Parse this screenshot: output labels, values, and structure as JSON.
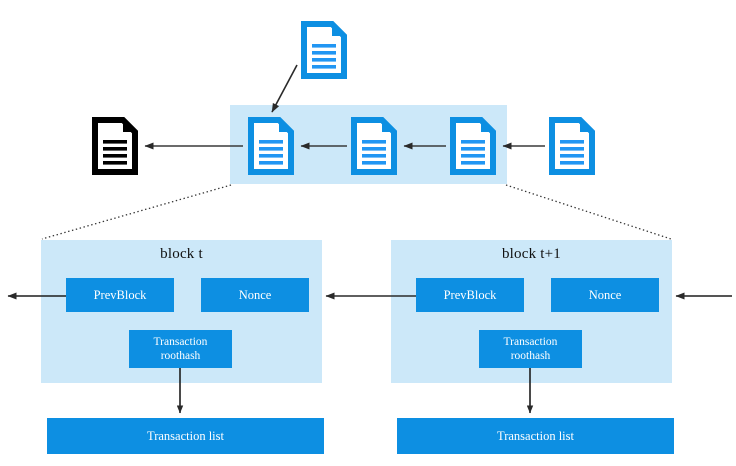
{
  "figure": {
    "type": "blockchain-structure-diagram",
    "background_color": "#ffffff",
    "accent_color": "#0d8fe2",
    "band_color": "#cce8f9",
    "black_color": "#000000"
  },
  "chain_band": {
    "name": "blockchain-highlight-band",
    "documents": [
      {
        "id": "doc-chain-1",
        "color": "#0d8fe2",
        "label": "block-document"
      },
      {
        "id": "doc-chain-2",
        "color": "#0d8fe2",
        "label": "block-document"
      },
      {
        "id": "doc-chain-3",
        "color": "#0d8fe2",
        "label": "block-document"
      }
    ]
  },
  "outside_documents": [
    {
      "id": "doc-incoming-top",
      "color": "#0d8fe2",
      "label": "new-block-document"
    },
    {
      "id": "doc-right",
      "color": "#0d8fe2",
      "label": "block-document"
    },
    {
      "id": "doc-left-black",
      "color": "#000000",
      "label": "genesis-block-document"
    }
  ],
  "blocks": [
    {
      "title": "block t",
      "fields": {
        "prev_block": "PrevBlock",
        "nonce": "Nonce",
        "tx_roothash_line1": "Transaction",
        "tx_roothash_line2": "roothash"
      },
      "transaction_list": "Transaction list"
    },
    {
      "title": "block t+1",
      "fields": {
        "prev_block": "PrevBlock",
        "nonce": "Nonce",
        "tx_roothash_line1": "Transaction",
        "tx_roothash_line2": "roothash"
      },
      "transaction_list": "Transaction list"
    }
  ],
  "connectors": {
    "chain_arrows": "leftward-arrow",
    "insert_arrow": "diagonal-arrow-into-chain",
    "expansion_lines": "dotted-zoom-lines",
    "roothash_arrow": "down-arrow-to-transaction-list"
  }
}
